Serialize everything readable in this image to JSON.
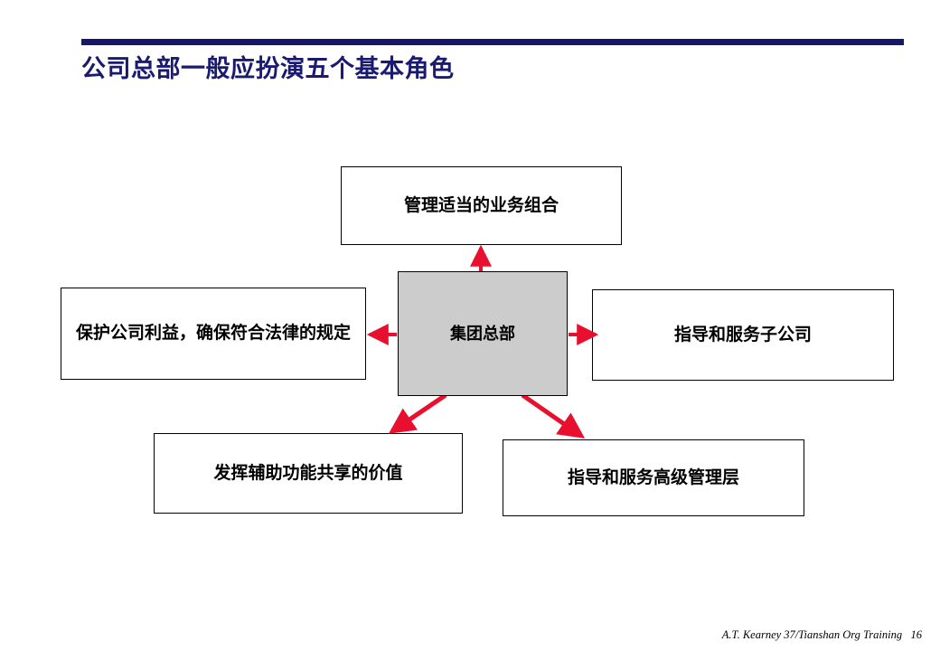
{
  "slide": {
    "title": "公司总部一般应扮演五个基本角色",
    "title_color": "#1a1a70",
    "rule_color": "#16166b",
    "background_color": "#ffffff",
    "footer": "A.T. Kearney 37/Tianshan Org Training   16"
  },
  "diagram": {
    "type": "hub-and-spoke",
    "accent_color": "#e8102e",
    "center": {
      "label": "集团总部",
      "fill_color": "#cccccc",
      "border_color": "#000000"
    },
    "roles": [
      {
        "id": "top",
        "label": "管理适当的业务组合",
        "direction": "up",
        "arrow_points_to": "role"
      },
      {
        "id": "left",
        "label": "保护公司利益，确保符合法律的规定",
        "direction": "left",
        "arrow_points_to": "role"
      },
      {
        "id": "right",
        "label": "指导和服务子公司",
        "direction": "right",
        "arrow_points_to": "role"
      },
      {
        "id": "bottom-left",
        "label": "发挥辅助功能共享的价值",
        "direction": "down-left",
        "arrow_points_to": "role"
      },
      {
        "id": "bottom-right",
        "label": "指导和服务高级管理层",
        "direction": "down-right",
        "arrow_points_to": "role"
      }
    ]
  }
}
